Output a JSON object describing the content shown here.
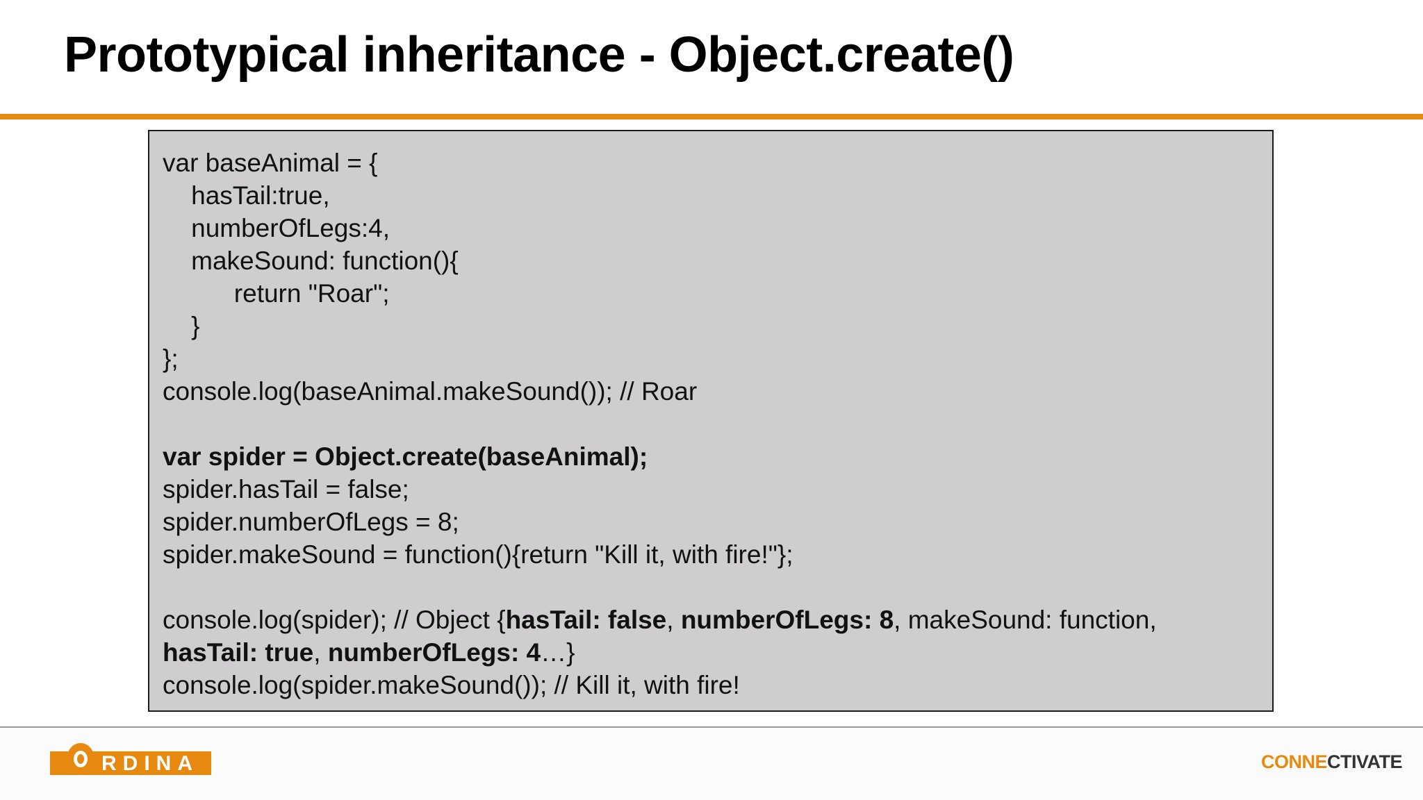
{
  "slide": {
    "title": "Prototypical inheritance - Object.create()"
  },
  "code": {
    "line1": "var baseAnimal = {",
    "line2": "    hasTail:true,",
    "line3": "    numberOfLegs:4,",
    "line4": "    makeSound: function(){",
    "line5": "          return \"Roar\";",
    "line6": "    }",
    "line7": "};",
    "line8": "console.log(baseAnimal.makeSound()); // Roar",
    "line10": "var spider = Object.create(baseAnimal);",
    "line11": "spider.hasTail = false;",
    "line12": "spider.numberOfLegs = 8;",
    "line13": "spider.makeSound = function(){return \"Kill it, with fire!\"};",
    "line15": {
      "s1": "console.log(spider); // Object {",
      "s2": "hasTail: false",
      "s3": ", ",
      "s4": "numberOfLegs: 8",
      "s5": ", makeSound: function,"
    },
    "line16": {
      "s1": "hasTail: true",
      "s2": ", ",
      "s3": "numberOfLegs: 4",
      "s4": "…}"
    },
    "line17": "console.log(spider.makeSound()); // Kill it, with fire!"
  },
  "footer": {
    "ordina_logo_text": "RDINA",
    "connectivate_part1": "CONNE",
    "connectivate_part2": "CTIVATE"
  },
  "colors": {
    "accent": "#e88a10",
    "code_background": "#cfcdd0"
  }
}
